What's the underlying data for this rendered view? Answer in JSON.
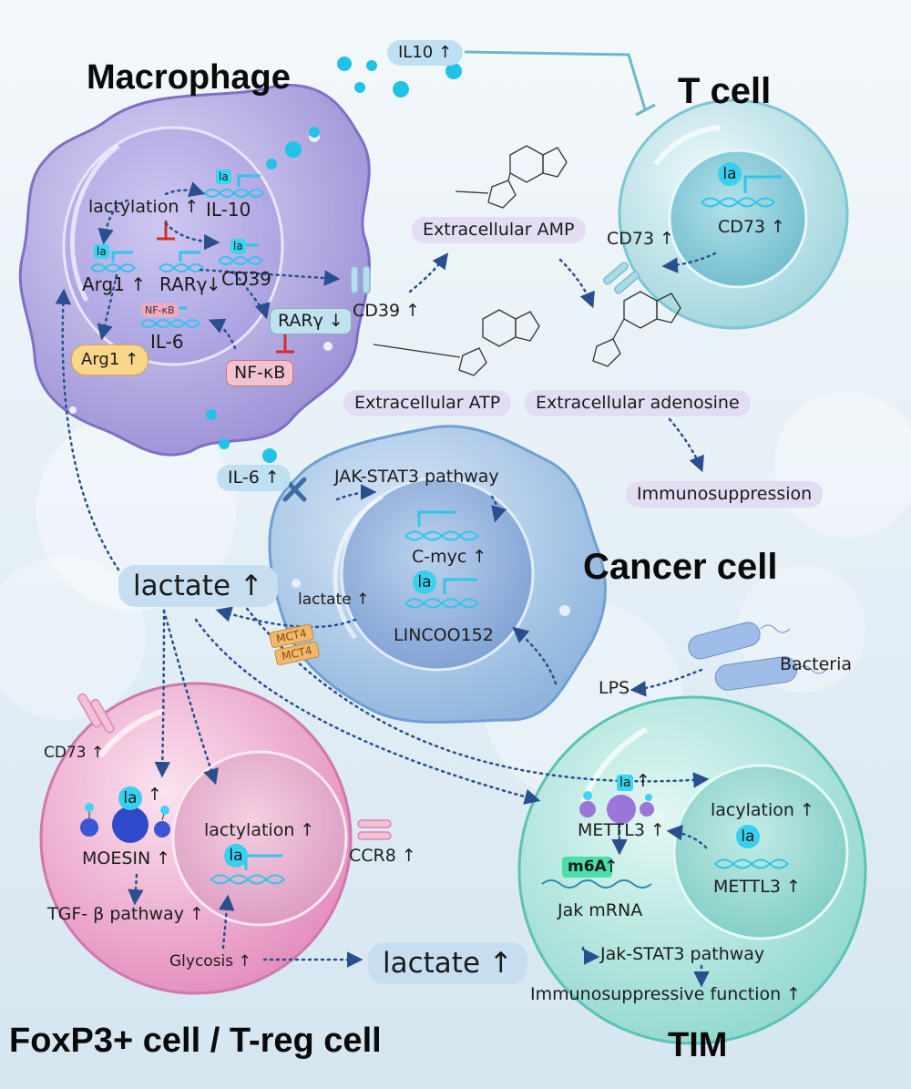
{
  "titles": {
    "macrophage": "Macrophage",
    "tcell": "T cell",
    "cancer": "Cancer cell",
    "treg": "FoxP3+ cell / T-reg cell",
    "tim": "TIM"
  },
  "macrophage": {
    "lactylation": "lactylation ↑",
    "il10": "IL-10",
    "arg1": "Arg1 ↑",
    "rarg": "RARγ",
    "rarg_arrow": "↓",
    "cd39": "CD39",
    "il6": "IL-6",
    "arg1_product": "Arg1 ↑",
    "la": "la",
    "nfkb_badge": "NF-κB"
  },
  "signals": {
    "il10": "IL10 ↑",
    "rarg": "RARγ ↓",
    "nfkb": "NF-κB",
    "cd39": "CD39 ↑",
    "il6": "IL-6 ↑",
    "lactate_left": "lactate ↑",
    "lactate_bottom": "lactate ↑",
    "immuno": "Immunosuppression"
  },
  "metabolites": {
    "amp": "Extracellular AMP",
    "atp": "Extracellular ATP",
    "adenosine": "Extracellular adenosine"
  },
  "tcell": {
    "la": "la",
    "cd73_in": "CD73 ↑",
    "cd73_out": "CD73 ↑"
  },
  "cancer": {
    "jak": "JAK-STAT3 pathway",
    "cmyc": "C-myc ↑",
    "la": "la",
    "linc": "LINCOO152",
    "lactate": "lactate ↑",
    "mct": "MCT4",
    "lps": "LPS",
    "bacteria": "Bacteria"
  },
  "treg": {
    "cd73": "CD73 ↑",
    "la": "la",
    "moesin": "MOESIN ↑",
    "tgf": "TGF- β pathway ↑",
    "lactylation": "lactylation ↑",
    "ccr8": "CCR8 ↑",
    "glycosis": "Glycosis ↑",
    "up": "↑"
  },
  "tim": {
    "la": "la",
    "up": "↑",
    "mettl3_a": "METTL3 ↑",
    "lacylation": "lacylation ↑",
    "mettl3_b": "METTL3 ↑",
    "m6a": "m6A",
    "m6a_up": "↑",
    "jak_mrna": "Jak mRNA",
    "jak_stat": "Jak-STAT3 pathway",
    "immuno_fn": "Immunosuppressive  function ↑"
  },
  "colors": {
    "arrow": "#2a4f8f",
    "inhibit": "#d62b2b",
    "dna": "#2fc6ec",
    "macrophage": "#b9b0e6",
    "tcell": "#bfe6ec",
    "cancer": "#a9c8e8",
    "treg": "#f0b4d6",
    "tim": "#a6e3dd"
  }
}
